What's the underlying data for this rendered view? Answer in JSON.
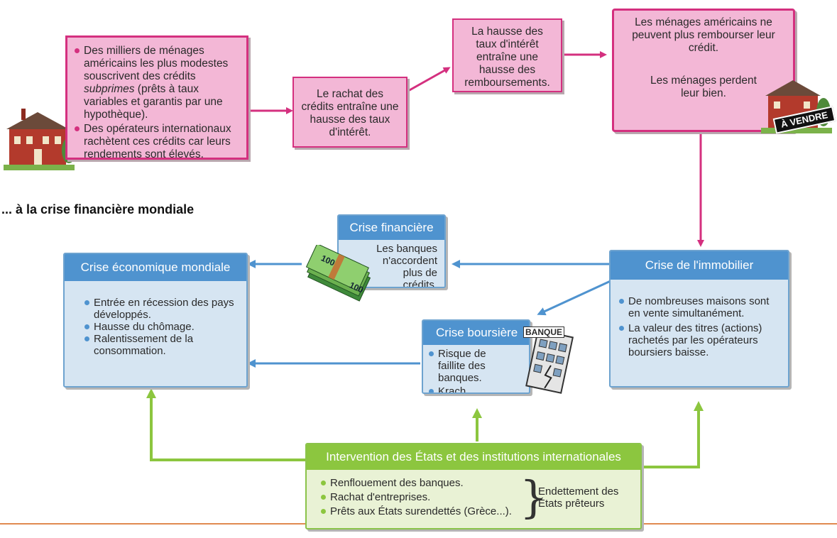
{
  "section_title": "... à la crise financière mondiale",
  "subprime": {
    "bullet1_pre": "Des milliers de ménages américains les plus modestes souscrivent des crédits ",
    "bullet1_em": "subprimes",
    "bullet1_post": " (prêts à taux variables et garantis par une hypothèque).",
    "bullet2": "Des opérateurs internationaux rachètent ces crédits car leurs rendements sont élevés."
  },
  "rachat": "Le rachat des crédits entraîne une hausse des taux d'intérêt.",
  "hausse": "La hausse des taux d'intérêt entraîne une hausse des remboursements.",
  "menages": {
    "line1": "Les ménages américains ne peuvent plus rembourser leur crédit.",
    "line2": "Les ménages perdent leur bien.",
    "sign": "À VENDRE"
  },
  "crise_financiere": {
    "title": "Crise financière",
    "text": "Les banques n'accordent plus de crédits."
  },
  "crise_economique": {
    "title": "Crise économique mondiale",
    "items": [
      "Entrée en récession des pays développés.",
      "Hausse du chômage.",
      "Ralentissement de la consommation."
    ]
  },
  "crise_boursiere": {
    "title": "Crise boursière",
    "items": [
      "Risque de faillite des banques.",
      "Krach boursier."
    ],
    "bank_label": "BANQUE"
  },
  "crise_immobilier": {
    "title": "Crise de l'immobilier",
    "items": [
      "De nombreuses maisons sont en vente simultanément.",
      "La valeur des titres (actions) rachetés par les opérateurs boursiers baisse."
    ]
  },
  "intervention": {
    "title": "Intervention des États et des institutions internationales",
    "items": [
      "Renflouement des banques.",
      "Rachat d'entreprises.",
      "Prêts aux États surendettés (Grèce...)."
    ],
    "side": "Endettement des États prêteurs"
  },
  "banknote_label": "100",
  "colors": {
    "pink": "#d4307f",
    "blue": "#4f93cf",
    "green": "#8cc63f"
  }
}
